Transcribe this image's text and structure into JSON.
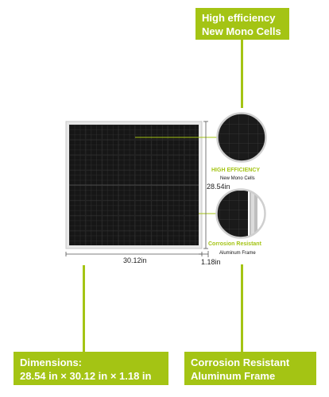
{
  "callouts": {
    "top": {
      "line1": "High efficiency",
      "line2": "New Mono Cells"
    },
    "bottom_left": {
      "line1": "Dimensions:",
      "line2": "28.54 in × 30.12 in × 1.18 in"
    },
    "bottom_right": {
      "line1": "Corrosion Resistant",
      "line2": "Aluminum Frame"
    }
  },
  "labels": {
    "high_efficiency": "HIGH EFFICIENCY",
    "new_mono_cells": "New Mono Cells",
    "corrosion_resistant": "Corrosion Resistant",
    "aluminum_frame": "Aluminum Frame"
  },
  "dimensions": {
    "height": "28.54in",
    "width": "30.12in",
    "depth": "1.18in"
  },
  "colors": {
    "accent": "#a4c414",
    "cell": "#1a1a1a",
    "frame": "#d6d6d6"
  }
}
